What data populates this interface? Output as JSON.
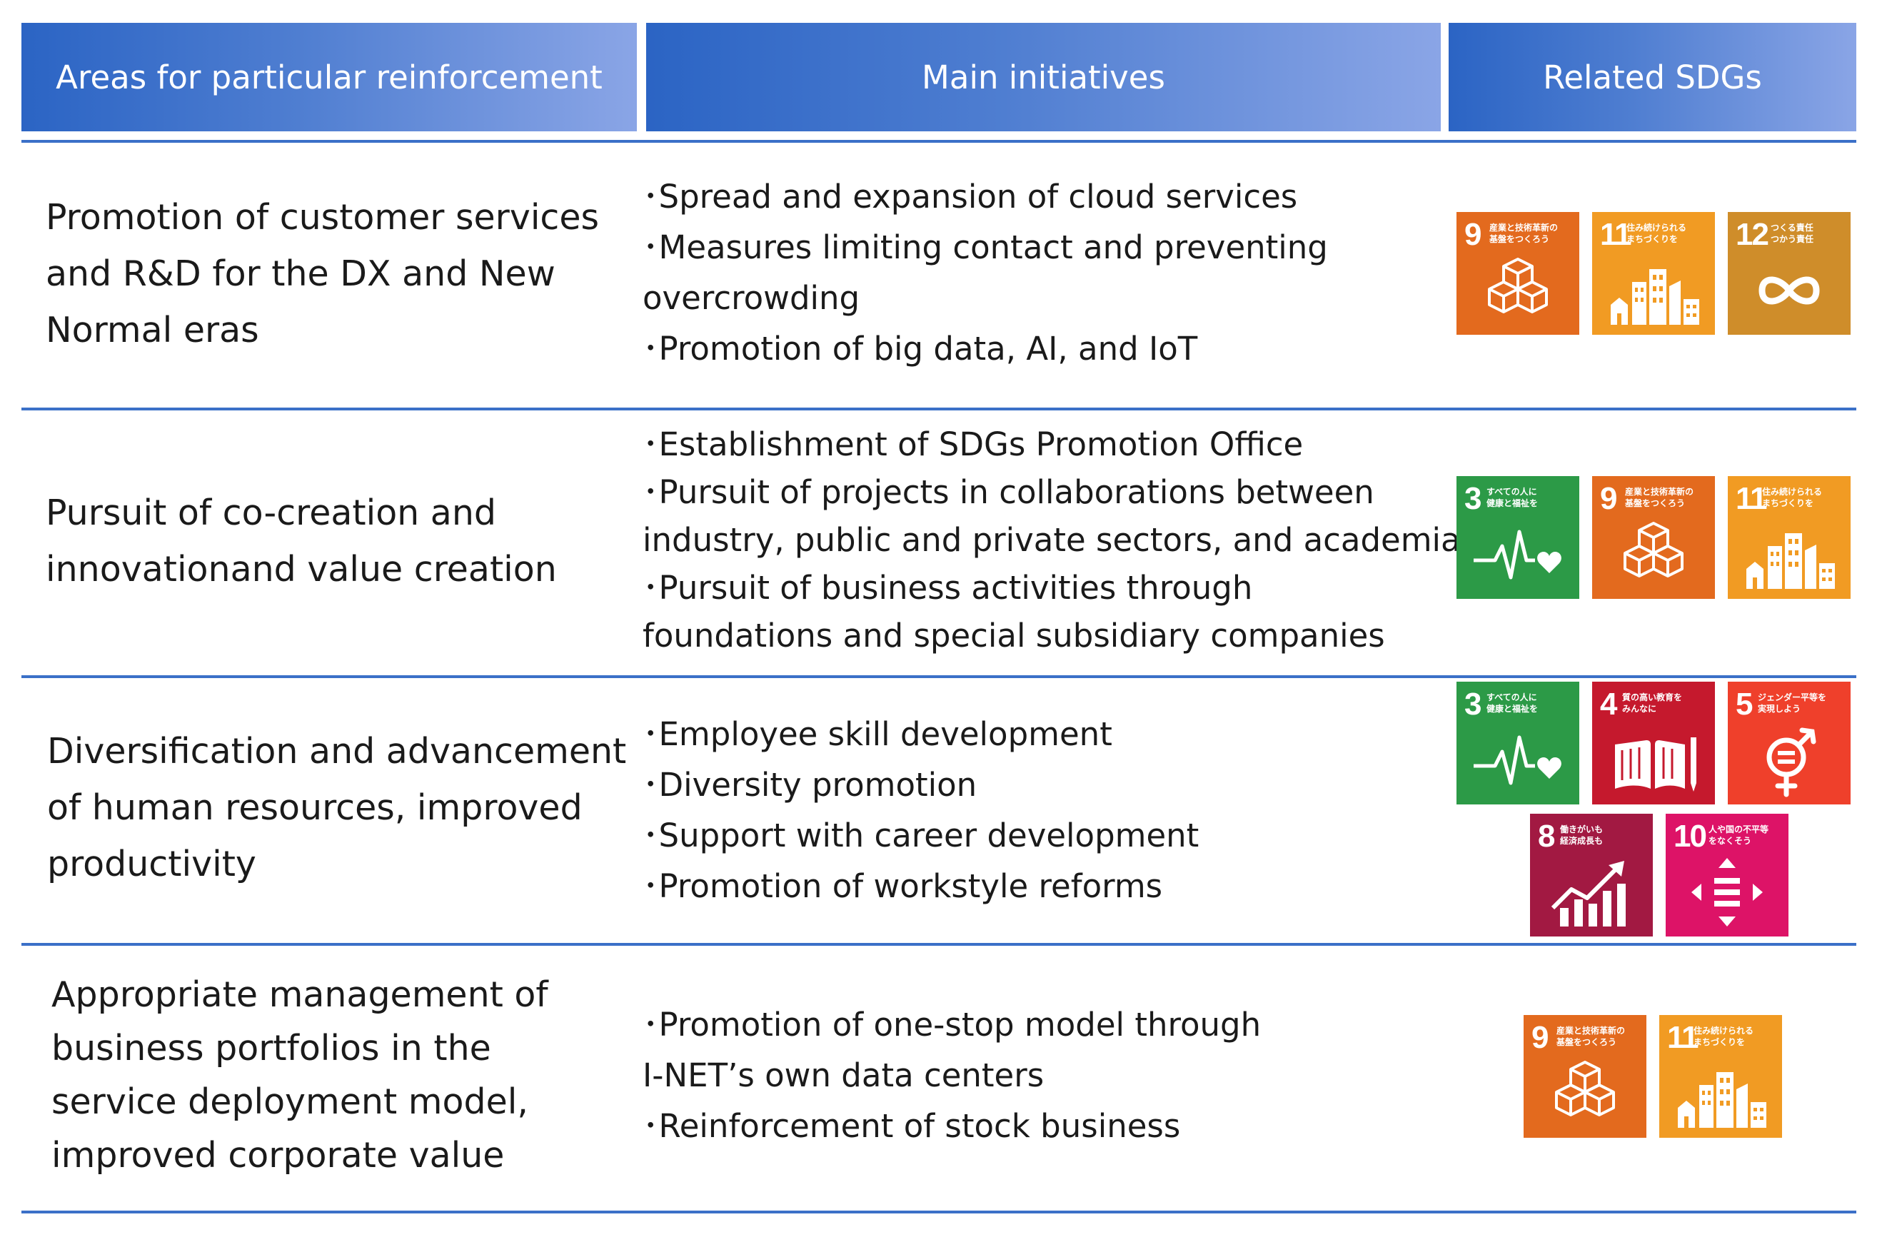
{
  "header": {
    "col_areas": "Areas for particular reinforcement",
    "col_initiatives": "Main initiatives",
    "col_sdgs": "Related SDGs"
  },
  "rows": [
    {
      "area_lines": [
        "Promotion of customer services",
        "and R&D for the DX and New",
        "Normal eras"
      ],
      "initiative_lines": [
        "･Spread and expansion of cloud services",
        "･Measures limiting contact and preventing",
        " overcrowding",
        "･Promotion of big data, AI, and IoT"
      ]
    },
    {
      "area_lines": [
        "Pursuit of co-creation and",
        "innovationand value creation"
      ],
      "initiative_lines": [
        "･Establishment of SDGs Promotion Office",
        "･Pursuit of projects in collaborations between",
        " industry, public and private sectors, and academia",
        "･Pursuit of business activities through",
        " foundations and special subsidiary companies"
      ]
    },
    {
      "area_lines": [
        "Diversification and advancement",
        "of human resources, improved",
        "productivity"
      ],
      "initiative_lines": [
        "･Employee skill development",
        "･Diversity promotion",
        "･Support with career development",
        "･Promotion of workstyle reforms"
      ]
    },
    {
      "area_lines": [
        "Appropriate management of",
        "business portfolios in the",
        "service deployment model,",
        "improved corporate value"
      ],
      "initiative_lines": [
        "･Promotion of one-stop model through",
        " I-NET’s own data centers",
        "･Reinforcement of stock business"
      ]
    }
  ],
  "sdg_goals": {
    "3": {
      "number": "3",
      "caption": "すべての人に\n健康と福祉を",
      "icon": "heartbeat-icon",
      "color": "#2c9a47"
    },
    "4": {
      "number": "4",
      "caption": "質の高い教育を\nみんなに",
      "icon": "book-pencil-icon",
      "color": "#c5192d"
    },
    "5": {
      "number": "5",
      "caption": "ジェンダー平等を\n実現しよう",
      "icon": "gender-equality-icon",
      "color": "#ef402b"
    },
    "8": {
      "number": "8",
      "caption": "働きがいも\n経済成長も",
      "icon": "growth-chart-icon",
      "color": "#a21942"
    },
    "9": {
      "number": "9",
      "caption": "産業と技術革新の\n基盤をつくろう",
      "icon": "cubes-icon",
      "color": "#e36a1e"
    },
    "10": {
      "number": "10",
      "caption": "人や国の不平等\nをなくそう",
      "icon": "equality-arrows-icon",
      "color": "#dd1367"
    },
    "11": {
      "number": "11",
      "caption": "住み続けられる\nまちづくりを",
      "icon": "buildings-icon",
      "color": "#f19b23"
    },
    "12": {
      "number": "12",
      "caption": "つくる責任\nつかう責任",
      "icon": "infinity-icon",
      "color": "#cf8d2a"
    }
  }
}
